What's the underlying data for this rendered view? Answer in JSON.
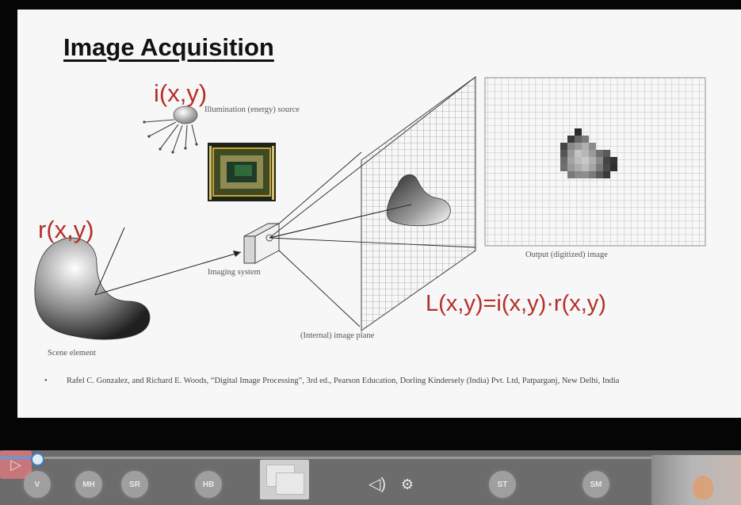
{
  "slide": {
    "title": "Image Acquisition",
    "illumination_symbol": "i(x,y)",
    "reflectance_symbol": "r(x,y)",
    "formula": "L(x,y)=i(x,y)·r(x,y)",
    "illumination_label": "Illumination (energy) source",
    "imaging_system_label": "Imaging system",
    "image_plane_label": "(Internal) image plane",
    "output_label": "Output (digitized) image",
    "scene_label": "Scene element",
    "reference": {
      "bullet": "•",
      "text": "Rafel C. Gonzalez, and Richard E. Woods, “Digital Image Processing”, 3rd ed., Pearson Education, Dorling Kindersely (India) Pvt. Ltd, Patparganj, New Delhi, India"
    }
  },
  "player": {
    "progress": 0.05,
    "participants": [
      "V",
      "MH",
      "SR",
      "HB",
      "ST",
      "SM"
    ]
  },
  "colors": {
    "accent_red": "#b4302b",
    "progress": "#5aa0e0"
  }
}
